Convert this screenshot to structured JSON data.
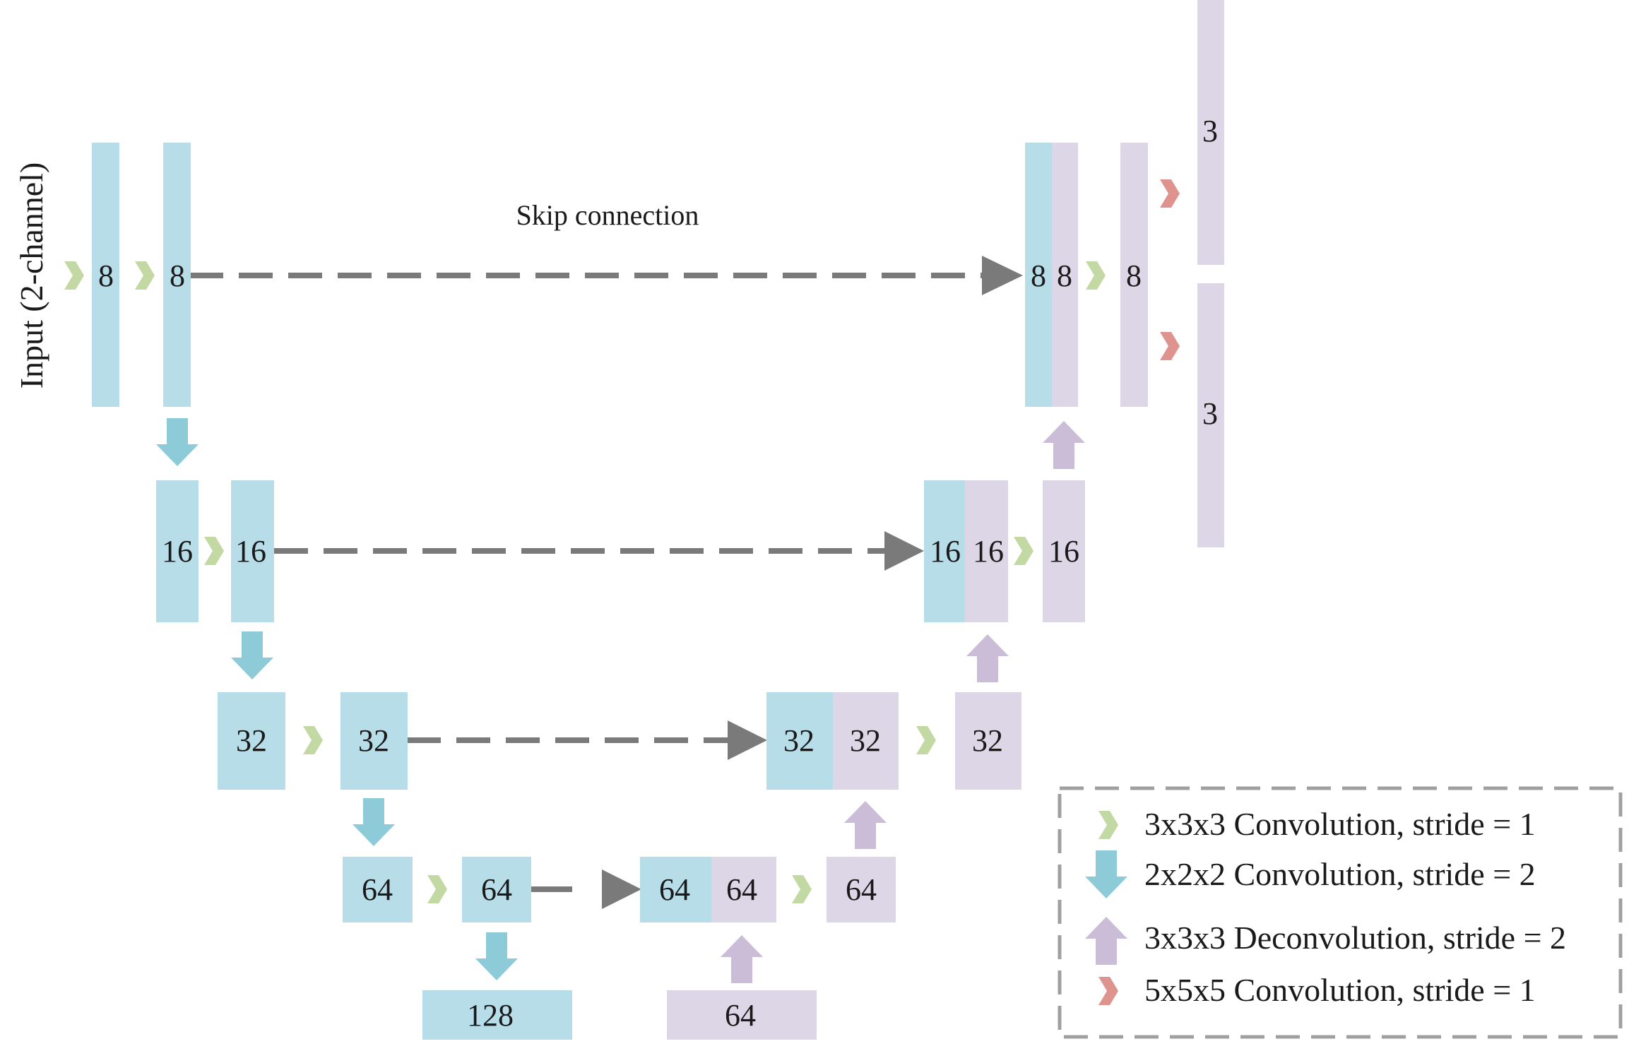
{
  "colors": {
    "encoder": "#b7dde9",
    "decoder": "#ddd6e6",
    "conv3_chevron": "#c3d9a4",
    "down_arrow": "#8ecbd9",
    "up_arrow": "#cbbdd8",
    "conv5_chevron": "#df938f",
    "skip_line": "#7a7a7a",
    "legend_border": "#a0a0a0"
  },
  "input_label": "Input (2-channel)",
  "skip_label": "Skip connection",
  "blocks": [
    {
      "id": "enc1a",
      "label": "8"
    },
    {
      "id": "enc1b",
      "label": "8"
    },
    {
      "id": "enc2a",
      "label": "16"
    },
    {
      "id": "enc2b",
      "label": "16"
    },
    {
      "id": "enc3a",
      "label": "32"
    },
    {
      "id": "enc3b",
      "label": "32"
    },
    {
      "id": "enc4a",
      "label": "64"
    },
    {
      "id": "enc4b",
      "label": "64"
    },
    {
      "id": "bottom-enc",
      "label": "128"
    },
    {
      "id": "bottom-dec",
      "label": "64"
    },
    {
      "id": "cat4-enc",
      "label": "64"
    },
    {
      "id": "cat4-dec",
      "label": "64"
    },
    {
      "id": "dec4",
      "label": "64"
    },
    {
      "id": "cat3-enc",
      "label": "32"
    },
    {
      "id": "cat3-dec",
      "label": "32"
    },
    {
      "id": "dec3",
      "label": "32"
    },
    {
      "id": "cat2-enc",
      "label": "16"
    },
    {
      "id": "cat2-dec",
      "label": "16"
    },
    {
      "id": "dec2",
      "label": "16"
    },
    {
      "id": "cat1-enc",
      "label": "8"
    },
    {
      "id": "cat1-dec",
      "label": "8"
    },
    {
      "id": "dec1",
      "label": "8"
    },
    {
      "id": "out-a",
      "label": "3"
    },
    {
      "id": "out-b",
      "label": "3"
    }
  ],
  "legend": [
    {
      "icon": "green-chevron-icon",
      "label": "3x3x3 Convolution, stride = 1"
    },
    {
      "icon": "down-arrow-icon",
      "label": "2x2x2 Convolution, stride = 2"
    },
    {
      "icon": "up-arrow-icon",
      "label": "3x3x3 Deconvolution, stride = 2"
    },
    {
      "icon": "red-chevron-icon",
      "label": "5x5x5 Convolution, stride = 1"
    }
  ]
}
